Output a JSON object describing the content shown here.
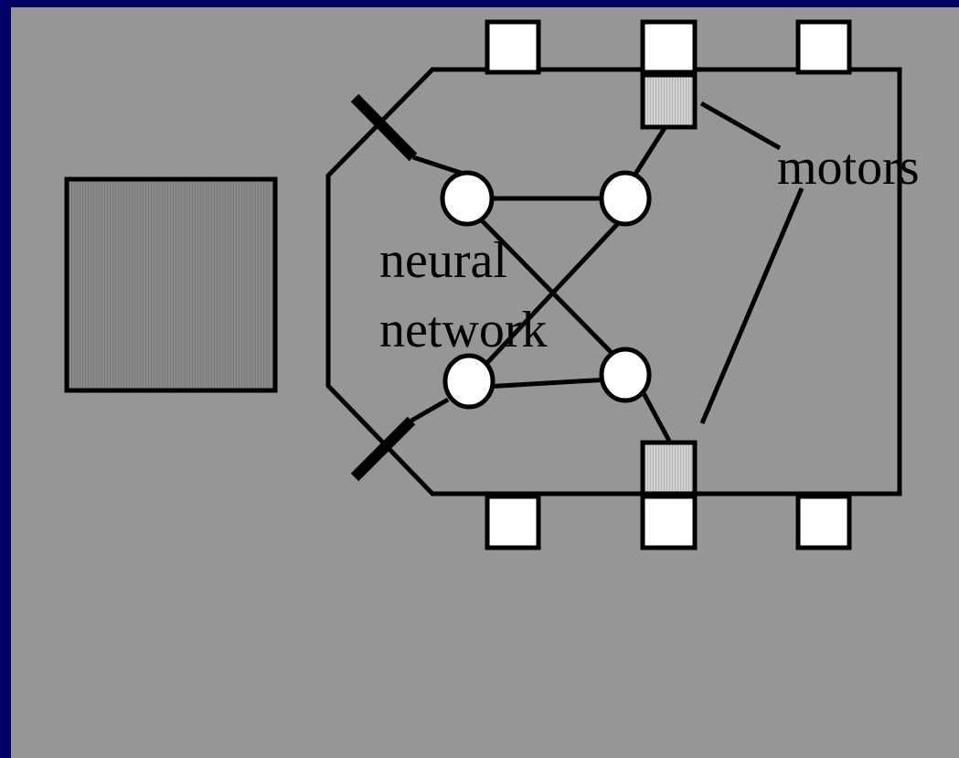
{
  "labels": {
    "neural_line1": "neural",
    "neural_line2": "network",
    "motors": "motors"
  },
  "colors": {
    "frame": "#000066",
    "background": "#969696",
    "stroke": "#000000",
    "sensor_fill": "#ffffff",
    "motor_fill": "#c8c8c8",
    "object_fill": "#808080"
  }
}
